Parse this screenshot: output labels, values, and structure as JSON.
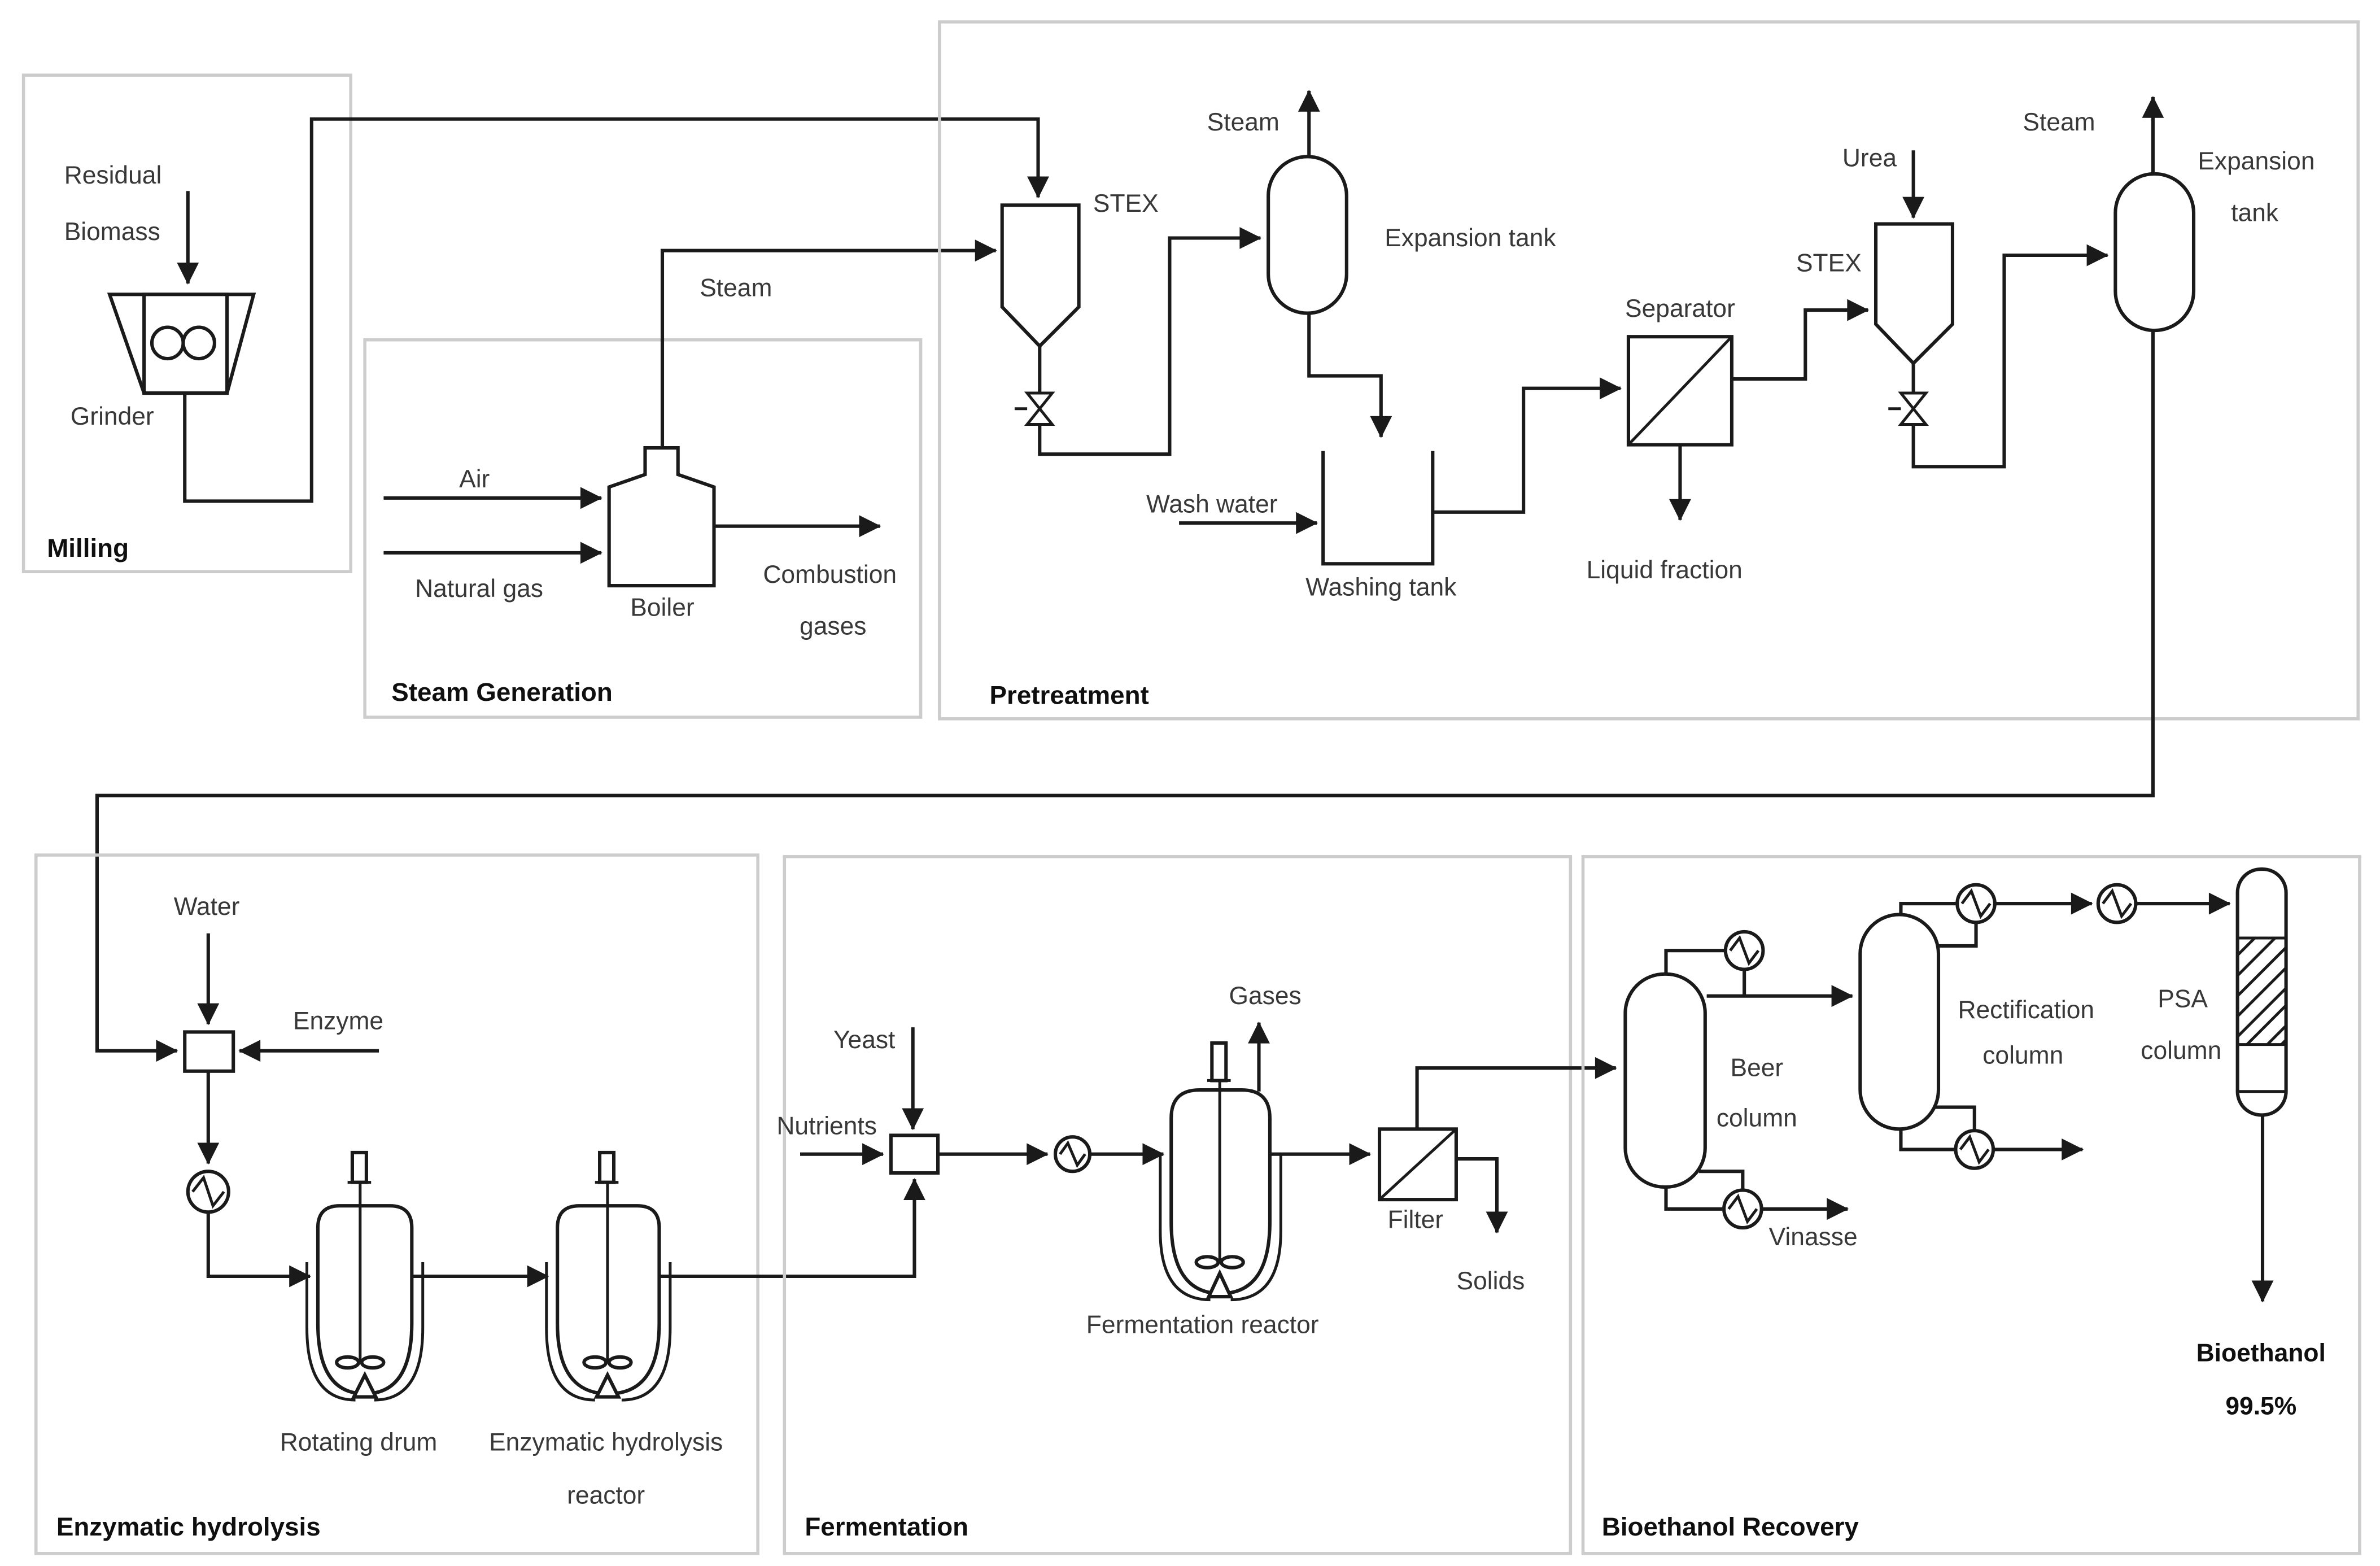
{
  "diagram": {
    "colors": {
      "line": "#1a1a1a",
      "section_border": "#cccccc",
      "background": "#ffffff",
      "text": "#383838"
    },
    "sections": {
      "milling": {
        "title": "Milling"
      },
      "steam_generation": {
        "title": "Steam Generation"
      },
      "pretreatment": {
        "title": "Pretreatment"
      },
      "enzymatic_hydrolysis": {
        "title": "Enzymatic hydrolysis"
      },
      "fermentation": {
        "title": "Fermentation"
      },
      "bioethanol_recovery": {
        "title": "Bioethanol Recovery"
      }
    },
    "labels": {
      "residual": "Residual",
      "biomass": "Biomass",
      "grinder": "Grinder",
      "air": "Air",
      "natural_gas": "Natural gas",
      "boiler": "Boiler",
      "combustion": "Combustion",
      "combustion_gases": "gases",
      "steam_boiler": "Steam",
      "stex_1": "STEX",
      "steam_tank1": "Steam",
      "expansion_tank_1": "Expansion tank",
      "wash_water": "Wash water",
      "washing_tank": "Washing tank",
      "separator": "Separator",
      "liquid_fraction": "Liquid fraction",
      "stex_2": "STEX",
      "urea": "Urea",
      "steam_tank2": "Steam",
      "expansion_2a": "Expansion",
      "expansion_2b": "tank",
      "water": "Water",
      "enzyme": "Enzyme",
      "rotating_drum": "Rotating drum",
      "ehr_line1": "Enzymatic hydrolysis",
      "ehr_line2": "reactor",
      "yeast": "Yeast",
      "nutrients": "Nutrients",
      "gases": "Gases",
      "fermentation_reactor": "Fermentation reactor",
      "filter": "Filter",
      "solids": "Solids",
      "beer_line1": "Beer",
      "beer_line2": "column",
      "rect_line1": "Rectification",
      "rect_line2": "column",
      "psa_line1": "PSA",
      "psa_line2": "column",
      "vinasse": "Vinasse",
      "bioethanol": "Bioethanol",
      "purity": "99.5%"
    }
  }
}
